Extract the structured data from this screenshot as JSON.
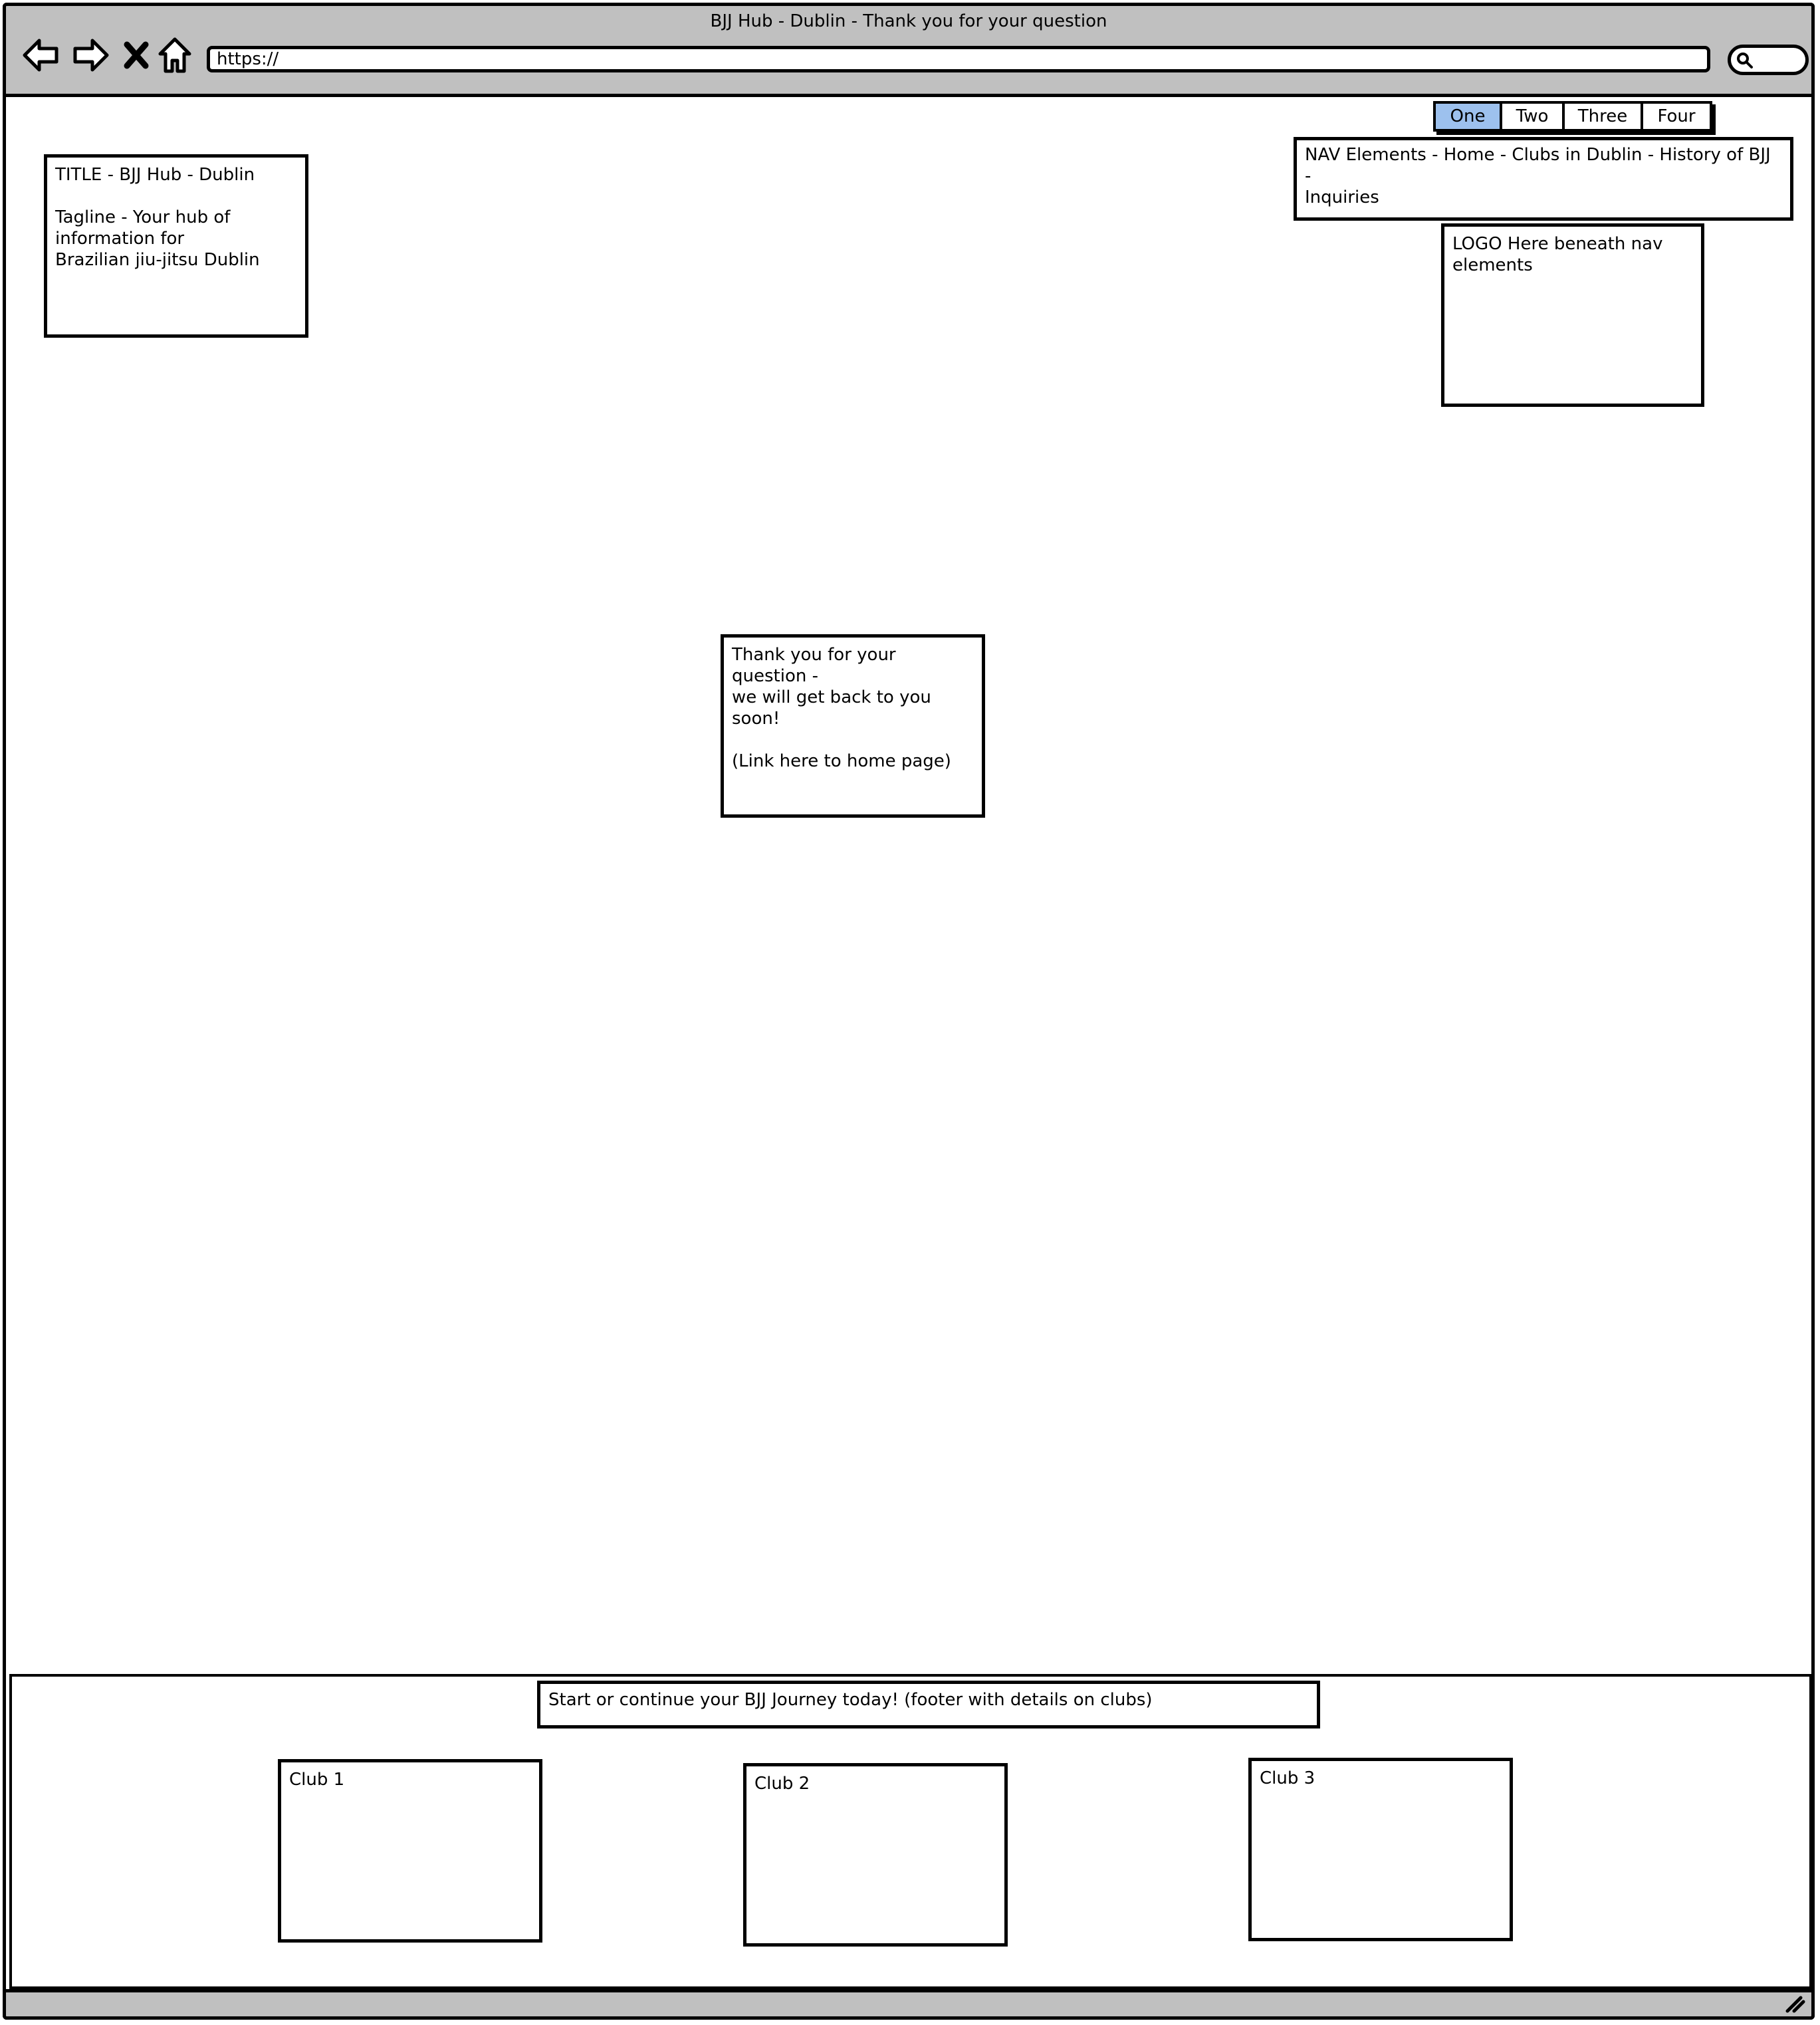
{
  "browser": {
    "window_title": "BJJ Hub - Dublin - Thank you for your question",
    "url": "https://",
    "icons": [
      "back-arrow-icon",
      "forward-arrow-icon",
      "close-x-icon",
      "home-icon",
      "search-icon"
    ]
  },
  "tabs": [
    {
      "label": "One",
      "active": true
    },
    {
      "label": "Two",
      "active": false
    },
    {
      "label": "Three",
      "active": false
    },
    {
      "label": "Four",
      "active": false
    }
  ],
  "header": {
    "title_box": "TITLE - BJJ Hub - Dublin\n\nTagline - Your hub of\ninformation for\nBrazilian jiu-jitsu Dublin",
    "nav_box": "NAV Elements - Home - Clubs in Dublin - History of BJJ -\nInquiries",
    "logo_box": "LOGO Here beneath nav\nelements"
  },
  "main": {
    "thank_you_box": "Thank you for your question -\nwe will get back to you soon!\n\n(Link here to home page)"
  },
  "footer": {
    "heading": "Start or continue your BJJ Journey today! (footer with details on clubs)",
    "clubs": [
      "Club 1",
      "Club 2",
      "Club 3"
    ]
  },
  "colors": {
    "chrome": "#c0c0c0",
    "active_tab": "#9dc1ee",
    "stroke": "#000000"
  }
}
